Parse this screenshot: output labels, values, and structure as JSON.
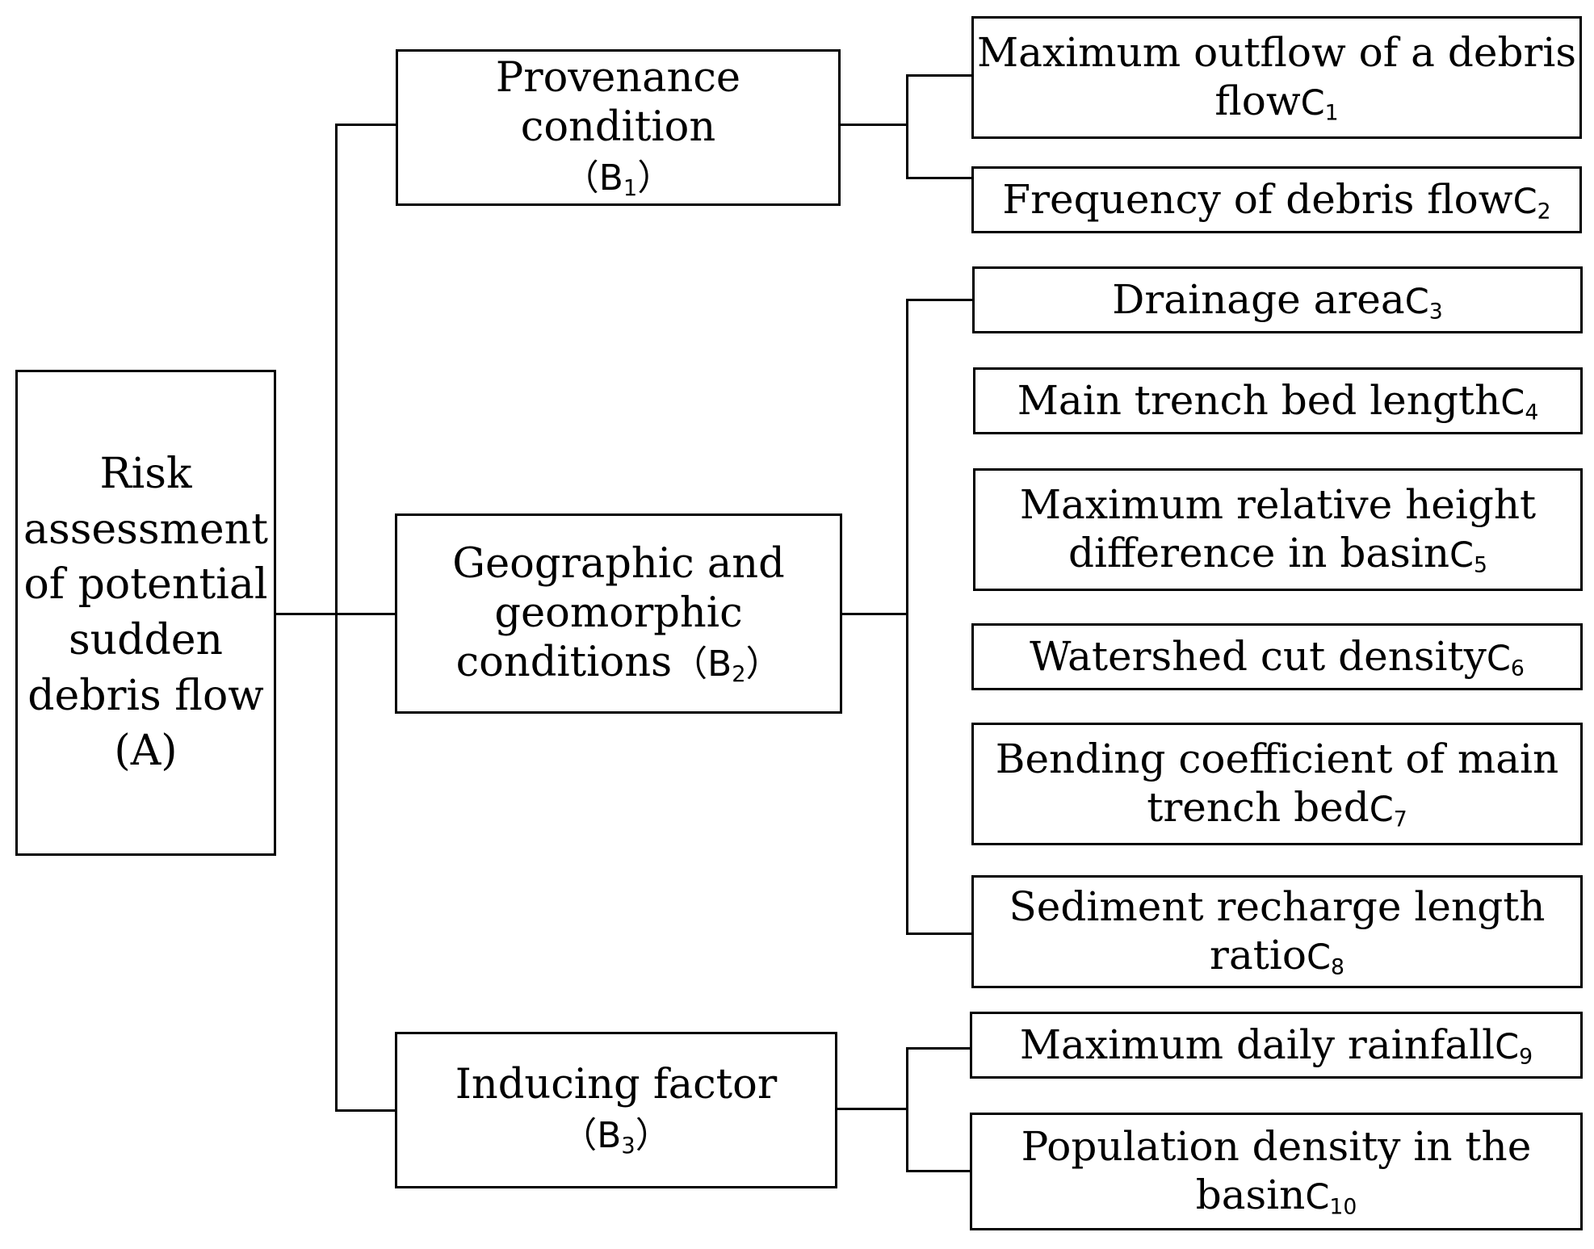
{
  "root": {
    "lines": [
      "Risk",
      "assessment",
      "of potential",
      "sudden",
      "debris flow",
      "(A)"
    ]
  },
  "criteria": [
    {
      "id": "B1",
      "lines": [
        "Provenance condition"
      ],
      "code_open": "（",
      "code_letter": "B",
      "code_sub": "1",
      "code_close": "）"
    },
    {
      "id": "B2",
      "lines": [
        "Geographic and",
        "geomorphic"
      ],
      "last_text": "conditions",
      "code_open": "（",
      "code_letter": "B",
      "code_sub": "2",
      "code_close": "）"
    },
    {
      "id": "B3",
      "lines": [
        "Inducing factor"
      ],
      "code_open": "（",
      "code_letter": "B",
      "code_sub": "3",
      "code_close": "）"
    }
  ],
  "indicators": [
    {
      "id": "C1",
      "lines": [
        "Maximum outflow of a debris"
      ],
      "last_text": "flow",
      "code_letter": "C",
      "code_sub": "1"
    },
    {
      "id": "C2",
      "lines": [],
      "last_text": "Frequency of debris flow",
      "code_letter": "C",
      "code_sub": "2"
    },
    {
      "id": "C3",
      "lines": [],
      "last_text": "Drainage area",
      "code_letter": "C",
      "code_sub": "3"
    },
    {
      "id": "C4",
      "lines": [],
      "last_text": "Main trench bed length",
      "code_letter": "C",
      "code_sub": "4"
    },
    {
      "id": "C5",
      "lines": [
        "Maximum relative height"
      ],
      "last_text": "difference in basin",
      "code_letter": "C",
      "code_sub": "5"
    },
    {
      "id": "C6",
      "lines": [],
      "last_text": "Watershed cut density",
      "code_letter": "C",
      "code_sub": "6"
    },
    {
      "id": "C7",
      "lines": [
        "Bending coefficient of main"
      ],
      "last_text": "trench bed",
      "code_letter": "C",
      "code_sub": "7"
    },
    {
      "id": "C8",
      "lines": [
        "Sediment recharge length"
      ],
      "last_text": "ratio",
      "code_letter": "C",
      "code_sub": "8"
    },
    {
      "id": "C9",
      "lines": [],
      "last_text": "Maximum daily rainfall",
      "code_letter": "C",
      "code_sub": "9"
    },
    {
      "id": "C10",
      "lines": [
        "Population density in the"
      ],
      "last_text": "basin",
      "code_letter": "C",
      "code_sub": "10"
    }
  ],
  "colors": {
    "stroke": "#000000",
    "background": "#ffffff"
  }
}
